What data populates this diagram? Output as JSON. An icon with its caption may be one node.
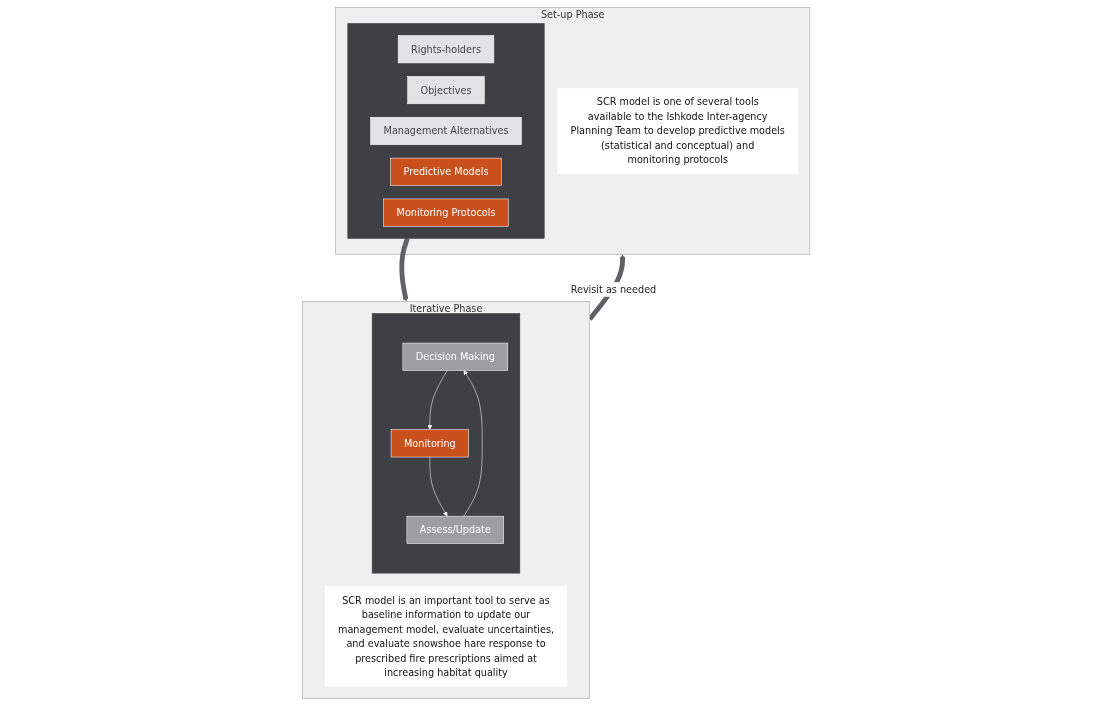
{
  "diagram": {
    "nodes": [
      {
        "text": [
          "Set-up Phase"
        ]
      },
      {
        "text": [],
        "shape": "box",
        "in": 0
      },
      {
        "text": [
          "Rights-holders"
        ],
        "in": 1
      },
      {
        "text": [
          "Objectives"
        ],
        "in": 1
      },
      {
        "text": [
          "Management Alternatives"
        ],
        "in": 1
      },
      {
        "text": [
          "Predictive Models"
        ],
        "in": 1
      },
      {
        "text": [
          "Monitoring Protocols"
        ],
        "in": 1
      },
      {
        "text": [
          "SCR model is one of several tools available to the Ishkode Inter-agency Planning Team to develop predictive models (statistical and conceptual) and monitoring protocols"
        ],
        "in": 0
      },
      {
        "text": [
          "Iterative Phase"
        ]
      },
      {
        "text": [],
        "shape": "box",
        "in": 8
      },
      {
        "text": [
          "Decision Making"
        ],
        "in": 9
      },
      {
        "text": [
          "Monitoring"
        ],
        "in": 9
      },
      {
        "text": [
          "Assess/Update"
        ],
        "in": 9
      },
      {
        "text": [
          "SCR model is an important tool to serve as baseline information to update our management model, evaluate uncertainties, and evaluate snowshoe hare response to prescribed fire prescriptions aimed at increasing habitat quality"
        ],
        "in": 8
      }
    ],
    "edges": [
      {
        "from": 1,
        "to": 8,
        "arrow": "to",
        "style": "thick",
        "color": "#5f6166"
      },
      {
        "from": 10,
        "to": 11,
        "arrow": "to",
        "color": "#ffffff"
      },
      {
        "from": 11,
        "to": 12,
        "arrow": "to",
        "color": "#ffffff"
      },
      {
        "from": 12,
        "to": 10,
        "arrow": "to",
        "color": "#ffffff"
      },
      {
        "from": 8,
        "to": 0,
        "label": "Revisit as needed",
        "arrow": "to",
        "style": "thick",
        "color": "#5f6166"
      }
    ]
  }
}
